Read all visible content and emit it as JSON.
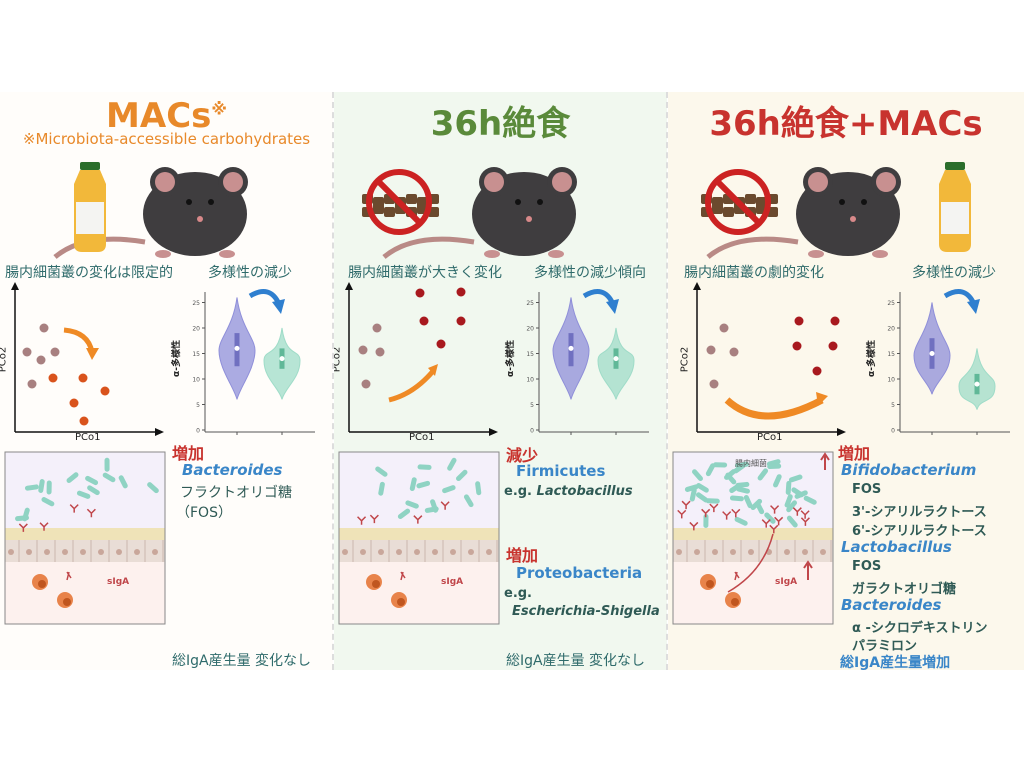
{
  "panels": [
    {
      "title": "MACs",
      "title_mark": "※",
      "subtitle": "※Microbiota-accessible carbohydrates",
      "color": "#e8892a",
      "label_left": "腸内細菌叢の変化は限定的",
      "label_right": "多様性の減少",
      "text": {
        "head": "増加",
        "genus": "Bacteroides",
        "items": [
          "フラクトオリゴ糖",
          "（FOS）"
        ]
      },
      "footer": "総IgA産生量 変化なし"
    },
    {
      "title": "36h絶食",
      "color": "#5a8a3a",
      "label_left": "腸内細菌叢が大きく変化",
      "label_right": "多様性の減少傾向",
      "text": {
        "head1": "減少",
        "phylum1": "Firmicutes",
        "eg1": "e.g.",
        "eg1_genus": "Lactobacillus",
        "head2": "増加",
        "phylum2": "Proteobacteria",
        "eg2": "e.g.",
        "eg2_genus": "Escherichia-Shigella"
      },
      "footer": "総IgA産生量 変化なし"
    },
    {
      "title": "36h絶食+MACs",
      "color": "#c8332e",
      "label_left": "腸内細菌叢の劇的変化",
      "label_right": "多様性の減少",
      "gut_label": "腸内細菌",
      "text": {
        "head": "増加",
        "g1": "Bifidobacterium",
        "g1_items": [
          "FOS",
          "3'-シアリルラクトース",
          "6'-シアリルラクトース"
        ],
        "g2": "Lactobacillus",
        "g2_items": [
          "FOS",
          "ガラクトオリゴ糖"
        ],
        "g3": "Bacteroides",
        "g3_items": [
          "α -シクロデキストリン",
          "パラミロン"
        ]
      },
      "footer": "総IgA産生量増加"
    }
  ],
  "axes": {
    "pco1": "PCo1",
    "pco2": "PCo2",
    "alpha": "α-多様性",
    "ticks": [
      "0",
      "5",
      "10",
      "15",
      "20",
      "25"
    ]
  },
  "sIgA": "sIgA",
  "colors": {
    "orange": "#e8892a",
    "green": "#5a8a3a",
    "red": "#c8332e",
    "blue": "#3a86c8",
    "teal": "#2f6b6b"
  }
}
